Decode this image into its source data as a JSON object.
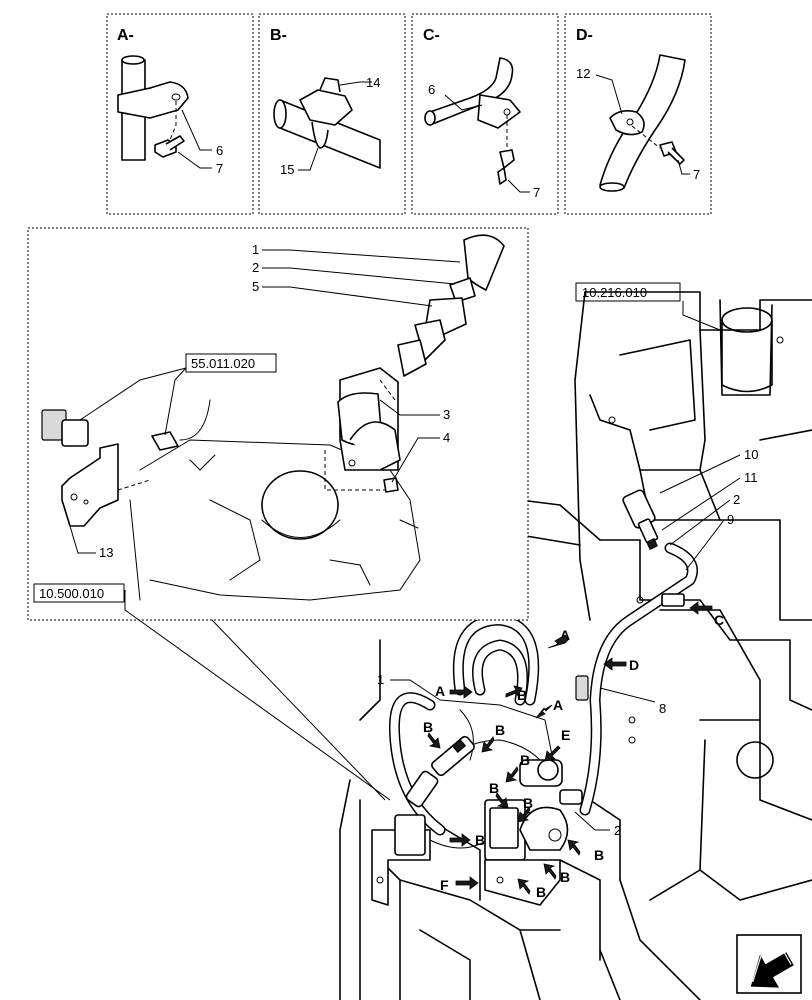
{
  "detail_panels": [
    {
      "id": "A",
      "title": "A-",
      "callouts": [
        "6",
        "7"
      ]
    },
    {
      "id": "B",
      "title": "B-",
      "callouts": [
        "14",
        "15"
      ]
    },
    {
      "id": "C",
      "title": "C-",
      "callouts": [
        "6",
        "7"
      ]
    },
    {
      "id": "D",
      "title": "D-",
      "callouts": [
        "12",
        "7"
      ]
    }
  ],
  "inset": {
    "ref_codes": [
      "55.011.020",
      "10.500.010"
    ],
    "callouts": [
      "1",
      "2",
      "5",
      "3",
      "4",
      "13"
    ]
  },
  "main": {
    "ref_code": "10.216.010",
    "callouts": [
      "10",
      "11",
      "2",
      "9",
      "1",
      "8",
      "2"
    ],
    "view_arrows": [
      "A",
      "A",
      "A",
      "B",
      "B",
      "B",
      "B",
      "B",
      "B",
      "B",
      "B",
      "B",
      "B",
      "C",
      "D",
      "E",
      "F"
    ]
  },
  "nav": {
    "icon": "next-page-arrow-icon"
  }
}
